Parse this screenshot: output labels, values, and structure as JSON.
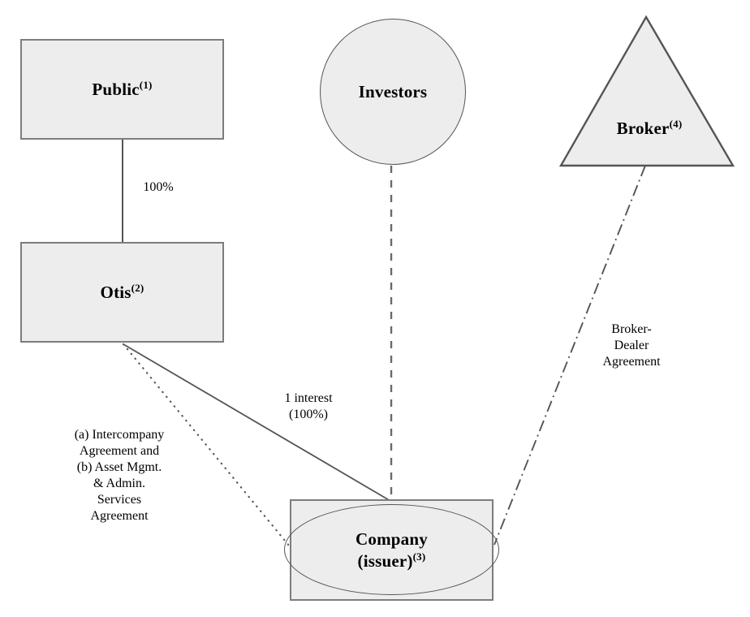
{
  "diagram": {
    "title": "Organizational and contractual structure chart",
    "colors": {
      "node_fill": "#ededed",
      "box_border": "#7d7d7d",
      "shape_border": "#555555",
      "line": "#555555",
      "text": "#000000",
      "background": "#ffffff"
    },
    "nodes": [
      {
        "id": "public",
        "shape": "rectangle",
        "label": "Public",
        "footnote": "(1)"
      },
      {
        "id": "otis",
        "shape": "rectangle",
        "label": "Otis",
        "footnote": "(2)"
      },
      {
        "id": "investors",
        "shape": "circle",
        "label": "Investors",
        "footnote": ""
      },
      {
        "id": "broker",
        "shape": "triangle",
        "label": "Broker",
        "footnote": "(4)"
      },
      {
        "id": "company",
        "shape": "rectangle-with-ellipse",
        "label_line1": "Company",
        "label_line2": "(issuer)",
        "footnote": "(3)"
      }
    ],
    "edges": [
      {
        "id": "public-otis",
        "from": "public",
        "to": "otis",
        "style": "solid",
        "label": "100%"
      },
      {
        "id": "otis-company-interest",
        "from": "otis",
        "to": "company",
        "style": "solid",
        "label": "1 interest\n(100%)"
      },
      {
        "id": "otis-company-agreements",
        "from": "otis",
        "to": "company",
        "style": "dotted",
        "label": "(a) Intercompany\nAgreement and\n(b) Asset Mgmt.\n& Admin.\nServices\nAgreement"
      },
      {
        "id": "investors-company",
        "from": "investors",
        "to": "company",
        "style": "dashed",
        "label": ""
      },
      {
        "id": "broker-company",
        "from": "broker",
        "to": "company",
        "style": "dash-dot",
        "label": "Broker-\nDealer\nAgreement"
      }
    ]
  }
}
